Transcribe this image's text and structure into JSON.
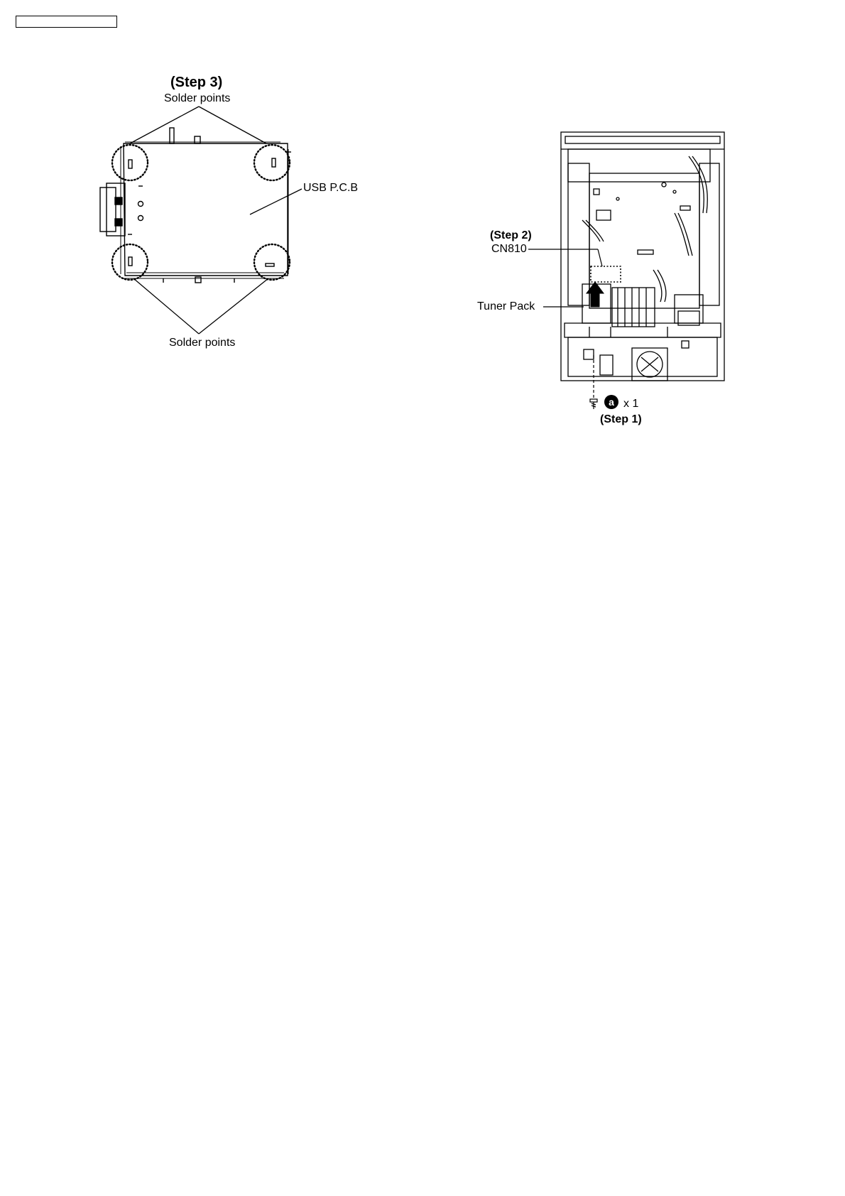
{
  "figure_left": {
    "step3_label": "(Step 3)",
    "solder_points_top": "Solder points",
    "usb_pcb_label": "USB P.C.B",
    "solder_points_bottom": "Solder points"
  },
  "figure_right": {
    "step2_label": "(Step 2)",
    "cn810_label": "CN810",
    "tuner_pack_label": "Tuner Pack",
    "screw_letter": "a",
    "screw_count": "x 1",
    "step1_label": "(Step 1)"
  }
}
